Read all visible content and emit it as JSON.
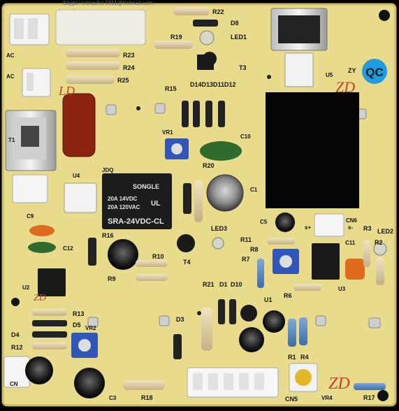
{
  "photo": {
    "top_caption": "Skype: ivonachc  0311@hotmail.com",
    "colors": {
      "board": "#e9dc8a",
      "board_edge": "#d8c56a",
      "frame": "#000000",
      "relay": "#1c1c1c",
      "blue_trimpot": "#2f56b8",
      "qc_sticker": "#1f9be0",
      "capacitor_green": "#2f6b2c",
      "capacitor_red": "#8a2410",
      "ink": "#111111",
      "hand_marks": "#c0442a"
    }
  },
  "labels": {
    "R22": "R22",
    "D8": "D8",
    "LED1": "LED1",
    "R19": "R19",
    "R23": "R23",
    "R24": "R24",
    "R25": "R25",
    "T3": "T3",
    "AC1": "AC",
    "AC2": "AC",
    "R15": "R15",
    "D_row": "D14D13D11D12",
    "VR1": "VR1",
    "C10": "C10",
    "R20": "R20",
    "U4": "U4",
    "JDQ": "JDQ",
    "C1": "C1",
    "C9": "C9",
    "C12": "C12",
    "R16": "R16",
    "LED3": "LED3",
    "T4": "T4",
    "R9": "R9",
    "R10": "R10",
    "C5": "C5",
    "CN6": "CN6",
    "s_plus": "s+",
    "s_minus": "s-",
    "R3": "R3",
    "LED2": "LED2",
    "R11": "R11",
    "R8": "R8",
    "R7": "R7",
    "C11": "C11",
    "R2": "R2",
    "R6": "R6",
    "U3": "U3",
    "U2": "U2",
    "R21": "R21",
    "D1": "D1",
    "D10": "D10",
    "U1": "U1",
    "R13": "R13",
    "D5": "D5",
    "VR2": "VR2",
    "D4": "D4",
    "R12": "R12",
    "D3": "D3",
    "R1": "R1",
    "R4": "R4",
    "VR4": "VR4",
    "R17": "R17",
    "CN": "CN",
    "CN5": "CN5",
    "C3": "C3",
    "R18": "R18",
    "U5": "U5",
    "ZY": "ZY",
    "T1": "T1"
  },
  "relay": {
    "brand": "SONGLE",
    "rating1": "20A 14VDC",
    "rating2": "20A 120VAC",
    "model": "SRA-24VDC-CL",
    "ul": "UL"
  },
  "sticker": {
    "text": "QC"
  },
  "hand_marks": {
    "zd1": "ZD",
    "zd2": "ZD",
    "zd3": "ZD",
    "ld": "LD"
  }
}
